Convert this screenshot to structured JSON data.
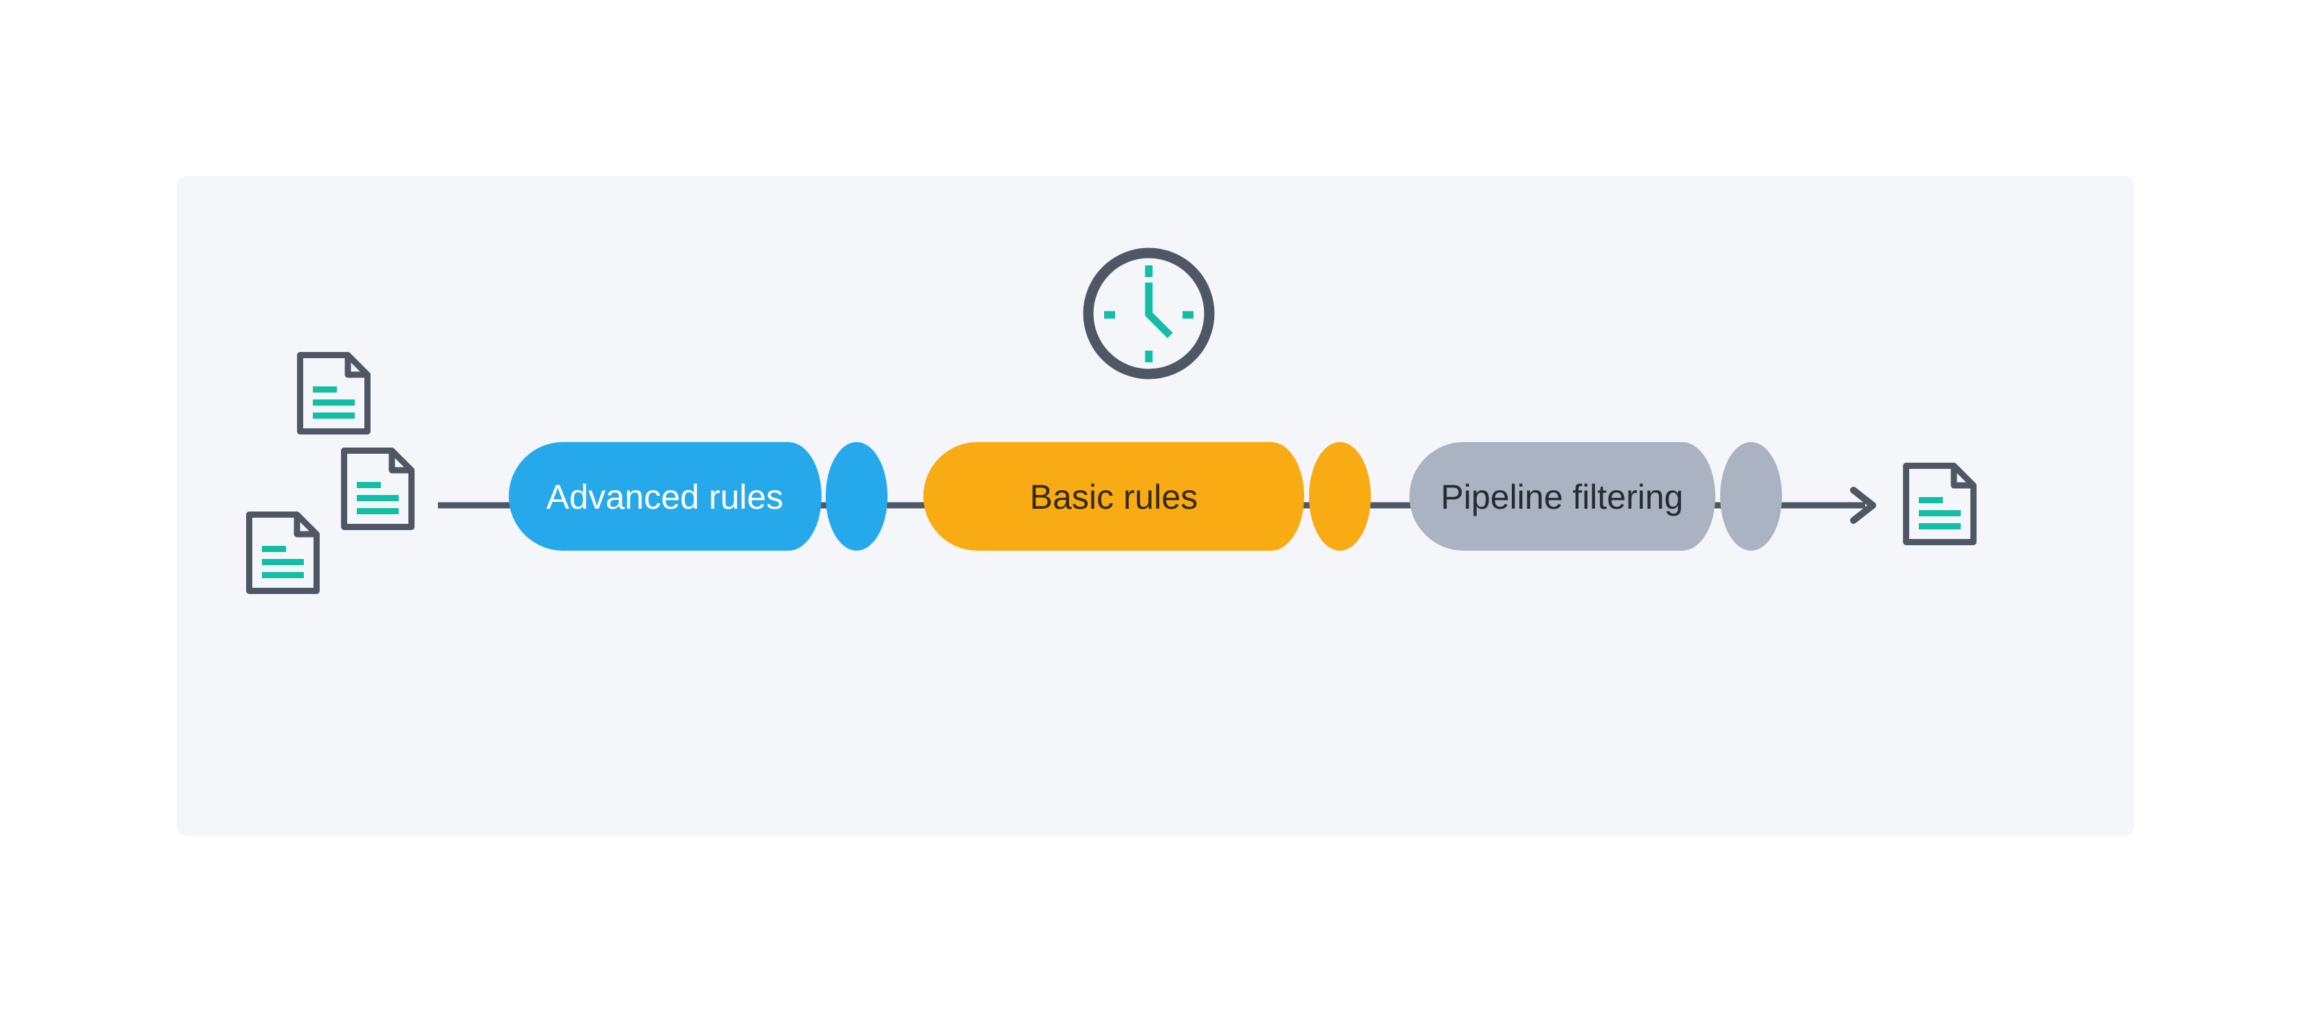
{
  "colors": {
    "page-bg": "#ffffff",
    "panel-bg": "#f5f6fa",
    "slate": "#4f5664",
    "teal": "#13bea6"
  },
  "diagram": {
    "stages": [
      {
        "label": "Advanced rules",
        "fill": "#25a9ea",
        "text_color": "#ffffff"
      },
      {
        "label": "Basic rules",
        "fill": "#f8ab12",
        "text_color": "#342a0c"
      },
      {
        "label": "Pipeline filtering",
        "fill": "#abb3c2",
        "text_color": "#262a33"
      }
    ],
    "input_document_count": 3,
    "output_document_count": 1,
    "icons": {
      "clock": "clock-icon",
      "document": "document-icon",
      "arrow": "arrow-right-head"
    }
  }
}
